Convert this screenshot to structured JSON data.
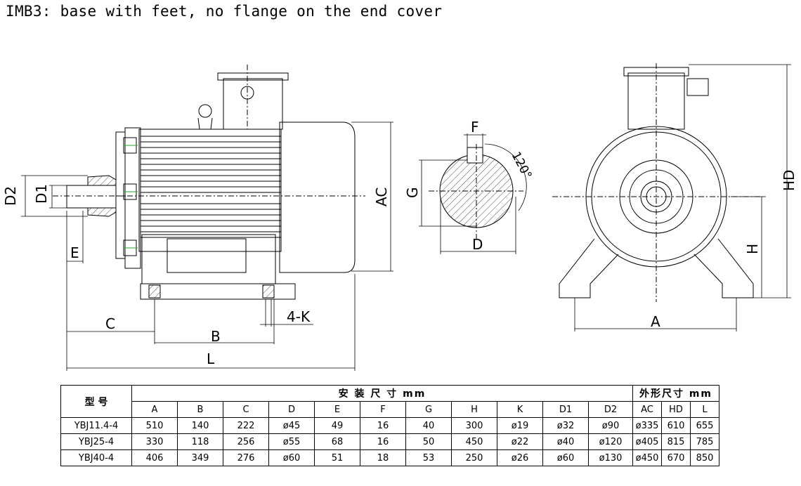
{
  "title": "IMB3: base with feet, no flange on the end cover",
  "drawing_labels": {
    "D2": "D2",
    "D1": "D1",
    "E": "E",
    "C": "C",
    "B": "B",
    "L": "L",
    "AC": "AC",
    "K": "4-K",
    "F": "F",
    "angle": "120°",
    "G": "G",
    "D": "D",
    "HD": "HD",
    "H": "H",
    "A": "A"
  },
  "table": {
    "model_header": "型 号",
    "install_header": "安 装 尺 寸 mm",
    "outline_header": "外形尺寸 mm",
    "columns": [
      "A",
      "B",
      "C",
      "D",
      "E",
      "F",
      "G",
      "H",
      "K",
      "D1",
      "D2",
      "AC",
      "HD",
      "L"
    ],
    "rows": [
      [
        "YBJ11.4-4",
        "510",
        "140",
        "222",
        "ø45",
        "49",
        "16",
        "40",
        "300",
        "ø19",
        "ø32",
        "ø90",
        "ø335",
        "610",
        "655"
      ],
      [
        "YBJ25-4",
        "330",
        "118",
        "256",
        "ø55",
        "68",
        "16",
        "50",
        "450",
        "ø22",
        "ø40",
        "ø120",
        "ø405",
        "815",
        "785"
      ],
      [
        "YBJ40-4",
        "406",
        "349",
        "276",
        "ø60",
        "51",
        "18",
        "53",
        "250",
        "ø26",
        "ø60",
        "ø130",
        "ø450",
        "670",
        "850"
      ]
    ]
  }
}
